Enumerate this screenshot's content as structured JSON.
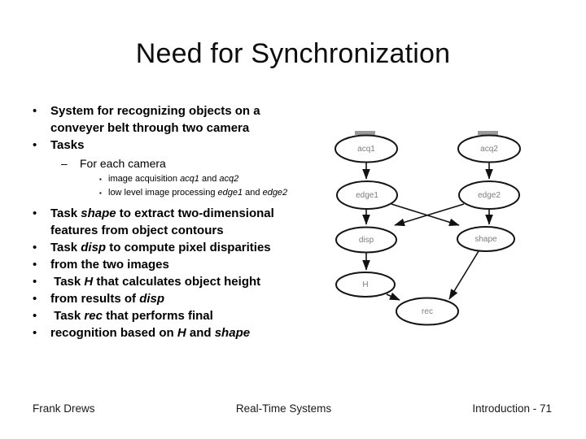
{
  "slide": {
    "title": "Need for Synchronization"
  },
  "bullets": {
    "glyph_l1": "•",
    "glyph_l2": "–",
    "glyph_l3": "▪",
    "l1a": [
      {
        "segments": [
          {
            "text": "System for recognizing objects on a conveyer belt through two camera"
          }
        ]
      },
      {
        "segments": [
          {
            "text": "Tasks"
          }
        ]
      }
    ],
    "l2": {
      "text": "For each camera"
    },
    "l3": [
      {
        "segments": [
          {
            "text": "image acquisition "
          },
          {
            "text": "acq1",
            "italic": true
          },
          {
            "text": " and "
          },
          {
            "text": "acq2",
            "italic": true
          }
        ]
      },
      {
        "segments": [
          {
            "text": "low level image processing "
          },
          {
            "text": "edge1",
            "italic": true
          },
          {
            "text": " and "
          },
          {
            "text": "edge2",
            "italic": true
          }
        ]
      }
    ],
    "l1b": [
      {
        "segments": [
          {
            "text": "Task "
          },
          {
            "text": "shape",
            "italic": true
          },
          {
            "text": " to extract two-dimensional features from object contours"
          }
        ]
      },
      {
        "segments": [
          {
            "text": "Task "
          },
          {
            "text": "disp",
            "italic": true
          },
          {
            "text": " to compute pixel disparities"
          }
        ]
      },
      {
        "segments": [
          {
            "text": "from the two images"
          }
        ]
      },
      {
        "segments": [
          {
            "text": " Task "
          },
          {
            "text": "H",
            "italic": true
          },
          {
            "text": " that calculates object height"
          }
        ]
      },
      {
        "segments": [
          {
            "text": "from results of "
          },
          {
            "text": "disp",
            "italic": true
          }
        ]
      },
      {
        "segments": [
          {
            "text": " Task "
          },
          {
            "text": "rec",
            "italic": true
          },
          {
            "text": " that performs final"
          }
        ]
      },
      {
        "segments": [
          {
            "text": "recognition based on "
          },
          {
            "text": "H",
            "italic": true
          },
          {
            "text": " and "
          },
          {
            "text": "shape",
            "italic": true
          }
        ]
      }
    ]
  },
  "diagram": {
    "node_labels": {
      "acq1": "acq1",
      "acq2": "acq2",
      "edge1": "edge1",
      "edge2": "edge2",
      "disp": "disp",
      "shape": "shape",
      "h": "H",
      "rec": "rec"
    },
    "edges": [
      {
        "from": "acq1",
        "to": "edge1"
      },
      {
        "from": "acq2",
        "to": "edge2"
      },
      {
        "from": "edge1",
        "to": "disp"
      },
      {
        "from": "edge1",
        "to": "shape"
      },
      {
        "from": "edge2",
        "to": "disp"
      },
      {
        "from": "edge2",
        "to": "shape"
      },
      {
        "from": "disp",
        "to": "H"
      },
      {
        "from": "H",
        "to": "rec"
      },
      {
        "from": "shape",
        "to": "rec"
      }
    ],
    "colors": {
      "node_stroke": "#141414",
      "node_label": "#7d7d7d",
      "edge": "#111111",
      "scan_artifact_bar": "#9a9a9a"
    }
  },
  "footer": {
    "author": "Frank Drews",
    "course": "Real-Time Systems",
    "page": "Introduction - 71"
  }
}
